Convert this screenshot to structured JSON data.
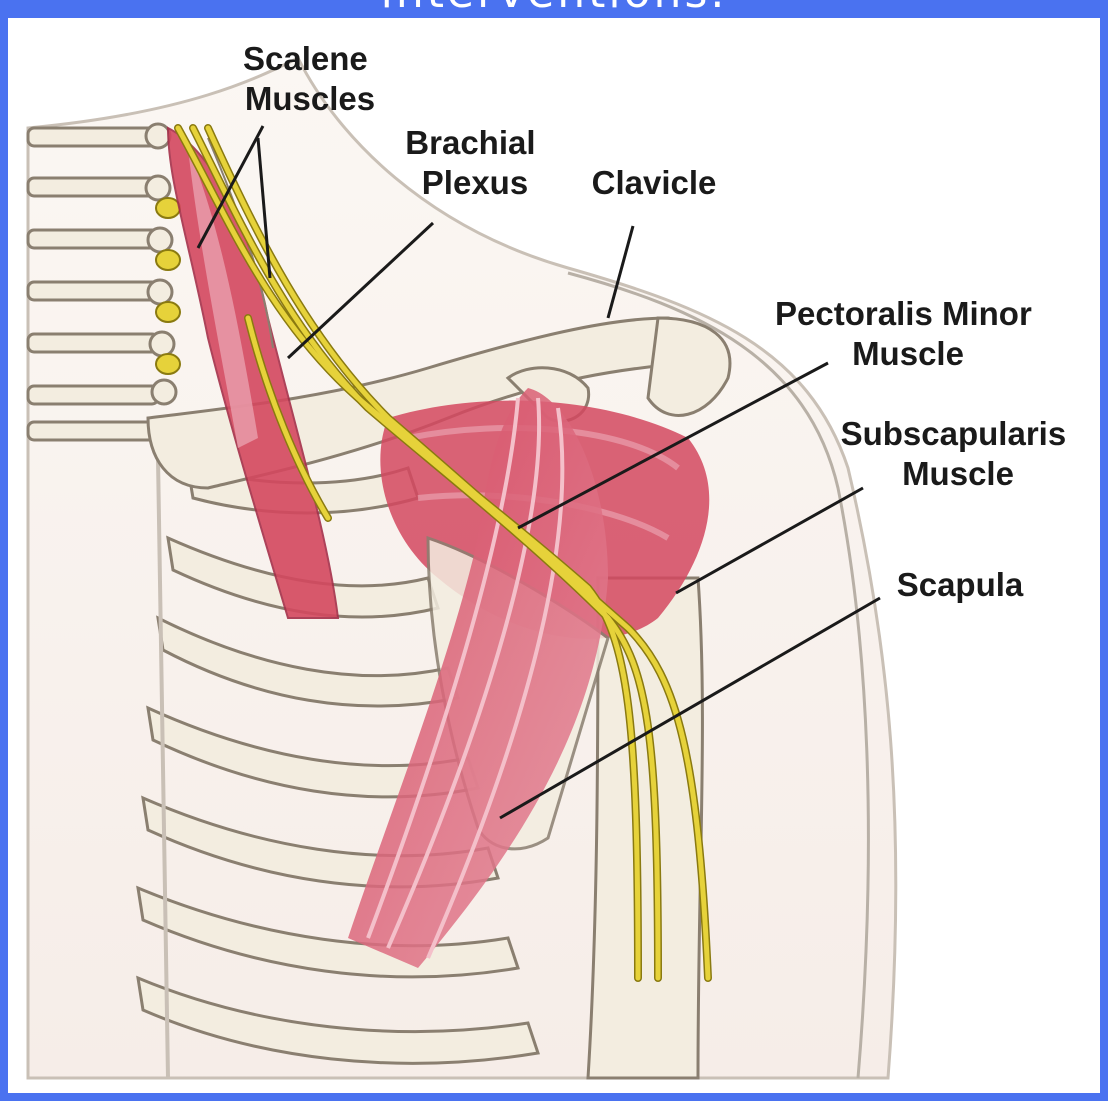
{
  "slide": {
    "title": "interventions."
  },
  "diagram": {
    "labels": {
      "scalene_muscles": [
        "Scalene",
        "Muscles"
      ],
      "brachial_plexus": [
        "Brachial",
        "Plexus"
      ],
      "clavicle": [
        "Clavicle"
      ],
      "pectoralis_minor": [
        "Pectoralis Minor",
        "Muscle"
      ],
      "subscapularis": [
        "Subscapularis",
        "Muscle"
      ],
      "scapula": [
        "Scapula"
      ]
    },
    "colors": {
      "frame": "#4a72f0",
      "bone": "#f3ede0",
      "bone_outline": "#8a7f70",
      "muscle": "#d4485f",
      "muscle_light": "#eaa0ae",
      "nerve": "#e6d23a",
      "nerve_outline": "#8a7a10",
      "skin_outline": "#b8b0a6"
    }
  }
}
